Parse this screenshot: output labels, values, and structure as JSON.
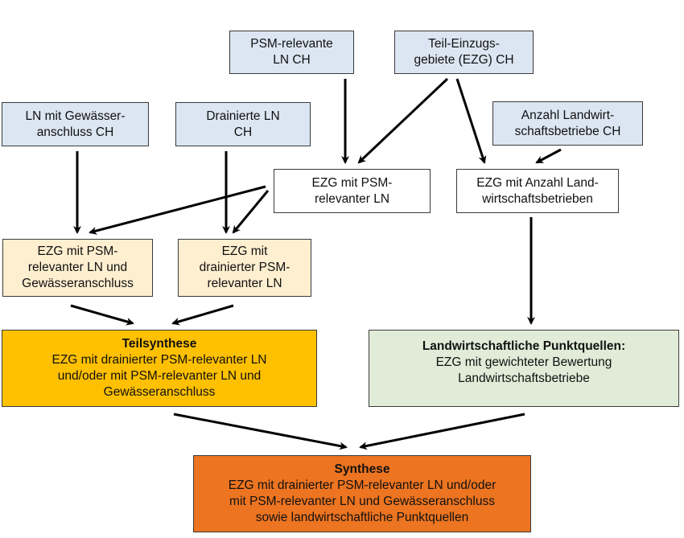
{
  "diagram": {
    "inputs": {
      "psm_ln": {
        "lines": [
          "PSM-relevante",
          "LN CH"
        ]
      },
      "teil_ezg": {
        "lines": [
          "Teil-Einzugs-",
          "gebiete (EZG) CH"
        ]
      },
      "ln_gewaesser": {
        "lines": [
          "LN mit Gewässer-",
          "anschluss CH"
        ]
      },
      "drainierte_ln": {
        "lines": [
          "Drainierte LN",
          "CH"
        ]
      },
      "anzahl_betriebe": {
        "lines": [
          "Anzahl Landwirt-",
          "schaftsbetriebe CH"
        ]
      }
    },
    "intermediate": {
      "ezg_psm": {
        "lines": [
          "EZG mit PSM-",
          "relevanter LN"
        ]
      },
      "ezg_betriebe": {
        "lines": [
          "EZG mit Anzahl Land-",
          "wirtschaftsbetrieben"
        ]
      },
      "ezg_psm_gewaesser": {
        "lines": [
          "EZG mit PSM-",
          "relevanter LN und",
          "Gewässeranschluss"
        ]
      },
      "ezg_drainiert": {
        "lines": [
          "EZG mit",
          "drainierter PSM-",
          "relevanter LN"
        ]
      }
    },
    "teilsynthese": {
      "title": "Teilsynthese",
      "lines": [
        "EZG mit drainierter PSM-relevanter LN",
        "und/oder mit PSM-relevanter LN und",
        "Gewässeranschluss"
      ]
    },
    "punktquellen": {
      "title": "Landwirtschaftliche Punktquellen:",
      "lines": [
        "EZG mit gewichteter Bewertung",
        "Landwirtschaftsbetriebe"
      ]
    },
    "synthese": {
      "title": "Synthese",
      "lines": [
        "EZG mit drainierter PSM-relevanter LN und/oder",
        "mit PSM-relevanter LN und Gewässeranschluss",
        "sowie landwirtschaftliche Punktquellen"
      ]
    },
    "colors": {
      "input_fill": "#dce6f2",
      "intermediate_fill": "#ffffff",
      "derived_fill": "#fdefd0",
      "teilsynthese_fill": "#ffc000",
      "punktquellen_fill": "#e0ecd8",
      "synthese_fill": "#ed7420",
      "arrow": "#000000"
    },
    "edges": [
      [
        "psm_ln",
        "ezg_psm"
      ],
      [
        "teil_ezg",
        "ezg_psm"
      ],
      [
        "teil_ezg",
        "ezg_betriebe"
      ],
      [
        "anzahl_betriebe",
        "ezg_betriebe"
      ],
      [
        "ln_gewaesser",
        "ezg_psm_gewaesser"
      ],
      [
        "ezg_psm",
        "ezg_psm_gewaesser"
      ],
      [
        "drainierte_ln",
        "ezg_drainiert"
      ],
      [
        "ezg_psm",
        "ezg_drainiert"
      ],
      [
        "ezg_psm_gewaesser",
        "teilsynthese"
      ],
      [
        "ezg_drainiert",
        "teilsynthese"
      ],
      [
        "ezg_betriebe",
        "punktquellen"
      ],
      [
        "teilsynthese",
        "synthese"
      ],
      [
        "punktquellen",
        "synthese"
      ]
    ]
  }
}
